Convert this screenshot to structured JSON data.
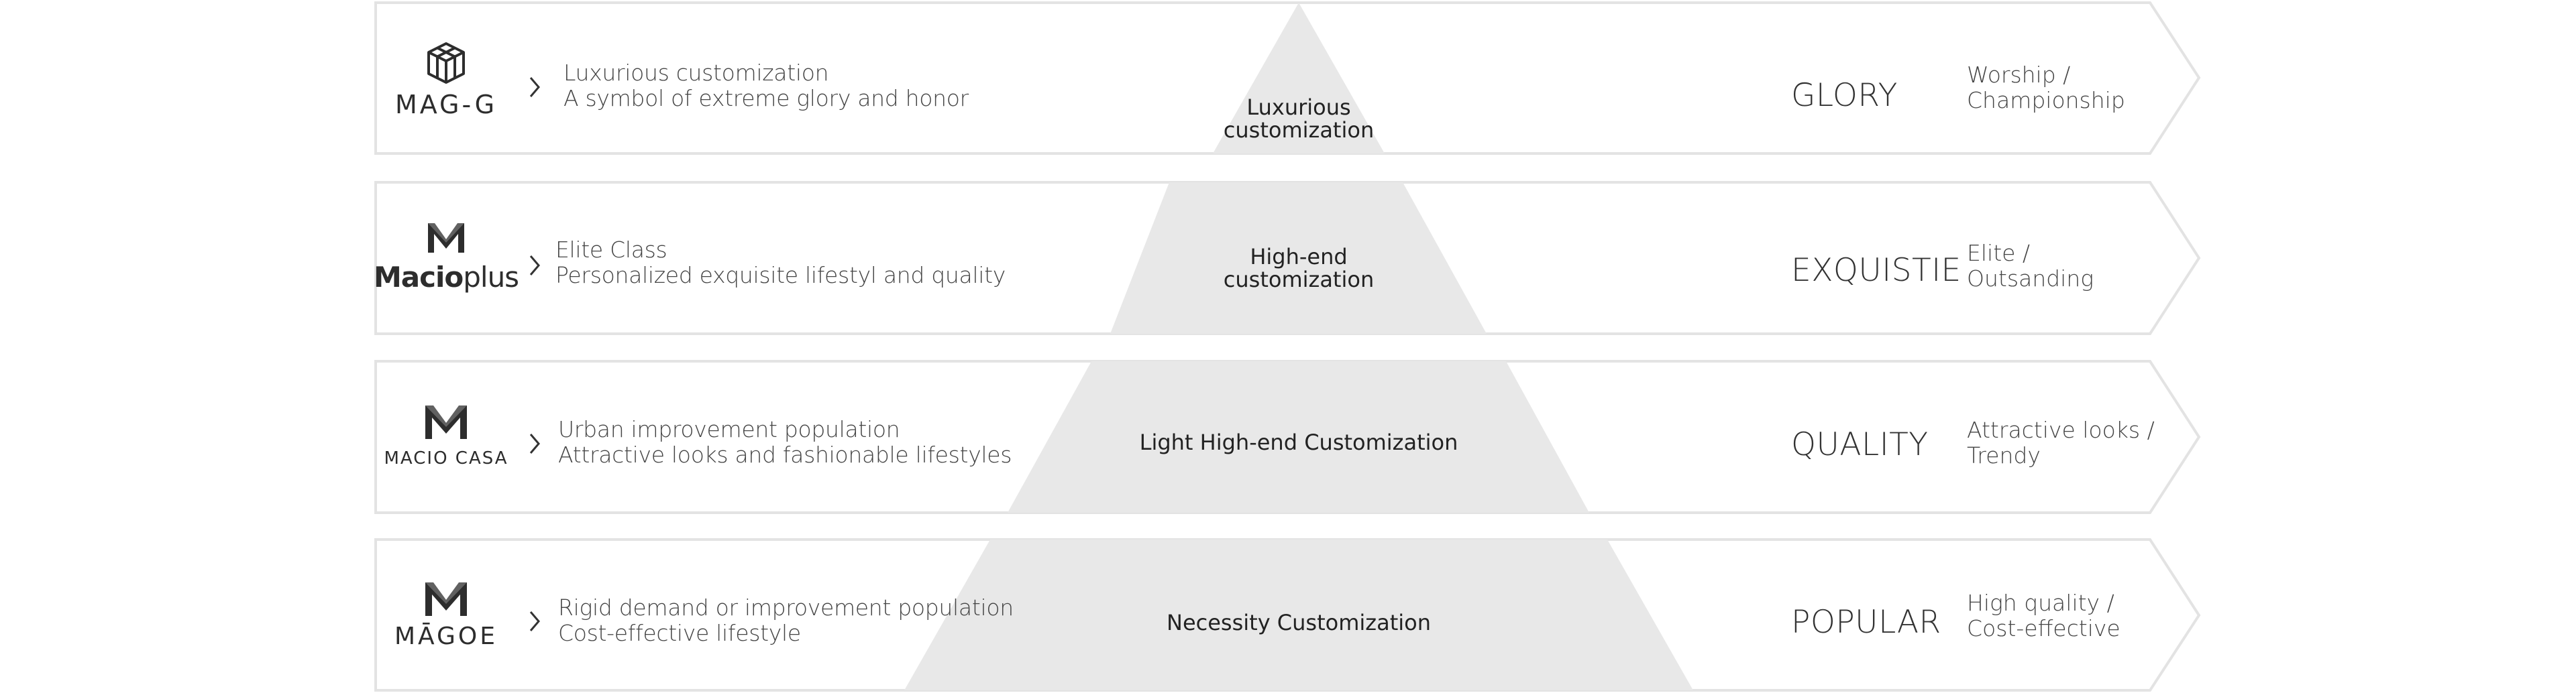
{
  "rows": [
    {
      "brand": "MAG-G",
      "brand_icon": "cube-logo-icon",
      "desc_line1": "Luxurious customization",
      "desc_line2": "A symbol of extreme glory and honor",
      "tier_line1": "Luxurious",
      "tier_line2": "customization",
      "tag": "GLORY",
      "kw_line1": "Worship /",
      "kw_line2": "Championship"
    },
    {
      "brand_part1": "Macio",
      "brand_part2": "plus",
      "brand_icon": "m-logo-icon",
      "desc_line1": "Elite Class",
      "desc_line2": "Personalized exquisite lifestyl and quality",
      "tier_line1": "High-end",
      "tier_line2": "customization",
      "tag": "EXQUISTIE",
      "kw_line1": "Elite /",
      "kw_line2": "Outsanding"
    },
    {
      "brand": "MACIO CASA",
      "brand_icon": "m-logo-icon",
      "desc_line1": "Urban improvement population",
      "desc_line2": "Attractive looks and fashionable lifestyles",
      "tier": "Light High-end Customization",
      "tag": "QUALITY",
      "kw_line1": "Attractive looks /",
      "kw_line2": "Trendy"
    },
    {
      "brand": "MĀGOE",
      "brand_icon": "m-logo-icon",
      "desc_line1": "Rigid demand or improvement population",
      "desc_line2": "Cost-effective lifestyle",
      "tier": "Necessity Customization",
      "tag": "POPULAR",
      "kw_line1": "High quality /",
      "kw_line2": "Cost-effective"
    }
  ],
  "colors": {
    "pyramid": "#e8e8e8",
    "band_stroke": "#e3e3e3",
    "text": "#333333"
  }
}
